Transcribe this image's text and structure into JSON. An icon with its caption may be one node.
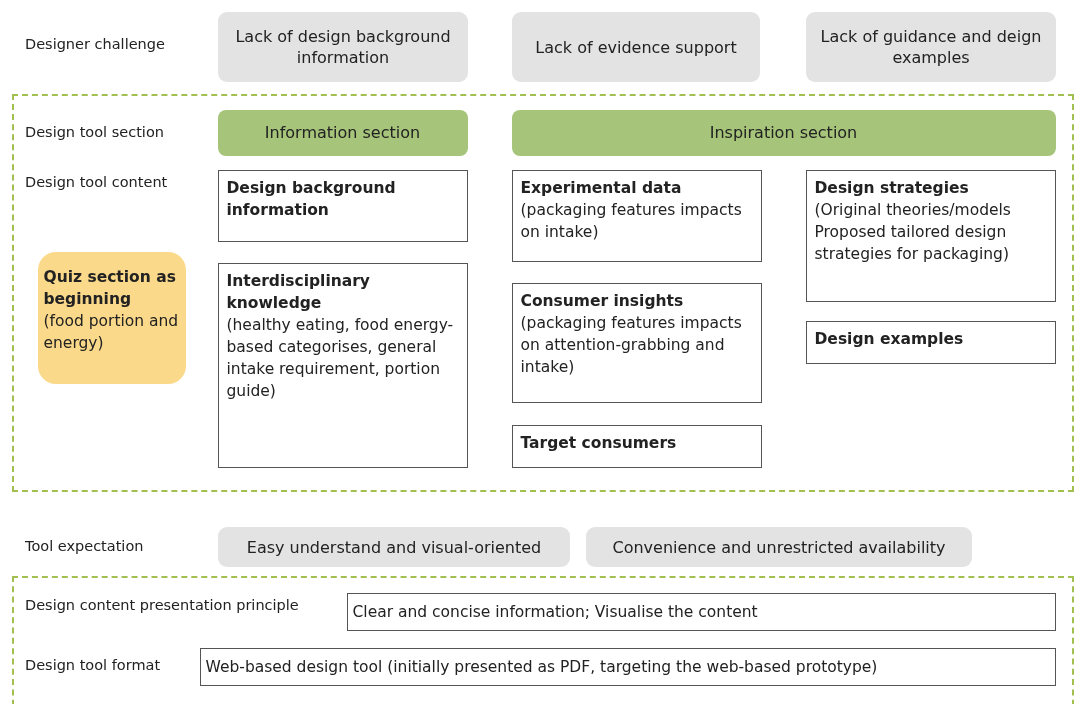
{
  "diagram": {
    "nodes": [
      {
        "text": [
          "Lack of design background information"
        ]
      },
      {
        "text": [
          "Lack of evidence support"
        ]
      },
      {
        "text": [
          "Lack of guidance and deign examples"
        ]
      },
      {
        "text": [],
        "shape": "box"
      },
      {
        "text": [
          "Information section"
        ],
        "in": 3
      },
      {
        "text": [
          "Inspiration section"
        ],
        "in": 3
      },
      {
        "text": [
          "Quiz section as beginning",
          "(food portion and energy)"
        ],
        "in": 3
      },
      {
        "text": [
          "Design background information"
        ],
        "in": 3
      },
      {
        "text": [
          "Interdisciplinary knowledge",
          "(healthy eating, food energy-based categorises, general intake requirement, portion guide)"
        ],
        "in": 3
      },
      {
        "text": [
          "Experimental data",
          "(packaging features impacts on intake)"
        ],
        "in": 3
      },
      {
        "text": [
          "Consumer insights",
          "(packaging features impacts on attention-grabbing and intake)"
        ],
        "in": 3
      },
      {
        "text": [
          "Target consumers"
        ],
        "in": 3
      },
      {
        "text": [
          "Design strategies",
          "(Original theories/models Proposed tailored design strategies for packaging)"
        ],
        "in": 3
      },
      {
        "text": [
          "Design examples"
        ],
        "in": 3
      },
      {
        "text": [
          "Easy understand and visual-oriented"
        ]
      },
      {
        "text": [
          "Convenience and unrestricted availability"
        ]
      },
      {
        "text": [],
        "shape": "box"
      },
      {
        "text": [
          "Clear and concise information; Visualise the content"
        ],
        "in": 16
      },
      {
        "text": [
          "Web-based design tool (initially presented as PDF, targeting the web-based prototype)"
        ],
        "in": 16
      }
    ],
    "edges": [],
    "labels": [
      "Designer challenge",
      "Design tool section",
      "Design tool content",
      "Tool expectation",
      "Design content presentation principle",
      "Design tool format"
    ]
  }
}
